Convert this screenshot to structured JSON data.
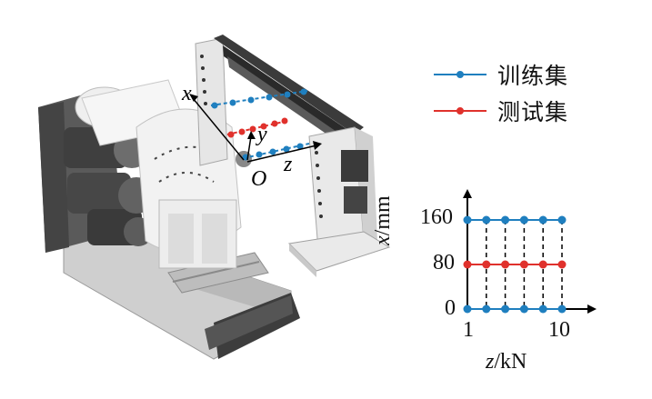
{
  "legend": {
    "train_label": "训练集",
    "test_label": "测试集",
    "train_color": "#1f7fbf",
    "test_color": "#e0312c"
  },
  "apparatus_labels": {
    "x": "x",
    "y": "y",
    "z": "z",
    "origin": "O"
  },
  "chart_data": {
    "type": "scatter",
    "xlabel_var": "z",
    "xlabel_unit": "/kN",
    "ylabel_var": "x",
    "ylabel_unit": "/mm",
    "x_ticks": [
      "1",
      "10"
    ],
    "y_ticks": [
      "160",
      "80",
      "0"
    ],
    "xlim": [
      1,
      10
    ],
    "ylim": [
      0,
      160
    ],
    "series": [
      {
        "role": "train",
        "x": [
          1,
          2.8,
          4.6,
          6.4,
          8.2,
          10
        ],
        "y": [
          0,
          0,
          0,
          0,
          0,
          0
        ]
      },
      {
        "role": "train",
        "x": [
          1,
          2.8,
          4.6,
          6.4,
          8.2,
          10
        ],
        "y": [
          160,
          160,
          160,
          160,
          160,
          160
        ]
      },
      {
        "role": "test",
        "x": [
          1,
          2.8,
          4.6,
          6.4,
          8.2,
          10
        ],
        "y": [
          80,
          80,
          80,
          80,
          80,
          80
        ]
      }
    ]
  }
}
